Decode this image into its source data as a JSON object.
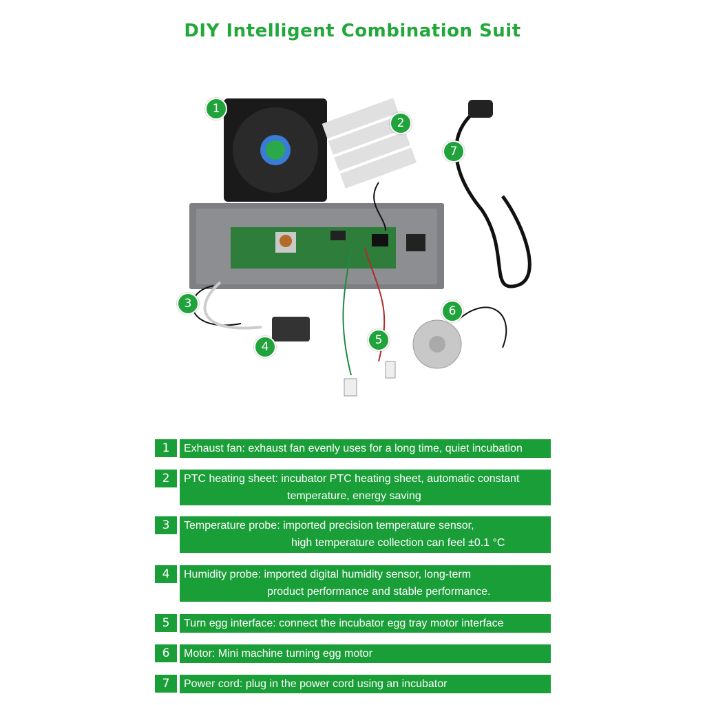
{
  "title": "DIY Intelligent Combination Suit",
  "callouts": [
    "1",
    "2",
    "3",
    "4",
    "5",
    "6",
    "7"
  ],
  "components": [
    {
      "num": "1",
      "line1": "Exhaust fan: exhaust fan evenly uses for a long time, quiet incubation",
      "line2": ""
    },
    {
      "num": "2",
      "line1": "PTC heating sheet: incubator PTC heating sheet, automatic constant",
      "line2": "temperature, energy saving"
    },
    {
      "num": "3",
      "line1": "Temperature probe: imported precision temperature sensor,",
      "line2": "high temperature collection can feel ±0.1 °C"
    },
    {
      "num": "4",
      "line1": "Humidity probe: imported digital humidity sensor, long-term",
      "line2": "product performance and stable performance."
    },
    {
      "num": "5",
      "line1": "Turn egg interface: connect the incubator egg tray motor interface",
      "line2": ""
    },
    {
      "num": "6",
      "line1": "Motor: Mini machine turning egg motor",
      "line2": ""
    },
    {
      "num": "7",
      "line1": "Power cord: plug in the power cord using an incubator",
      "line2": ""
    }
  ],
  "colors": {
    "accent": "#1a9e38",
    "title": "#22a83a"
  }
}
